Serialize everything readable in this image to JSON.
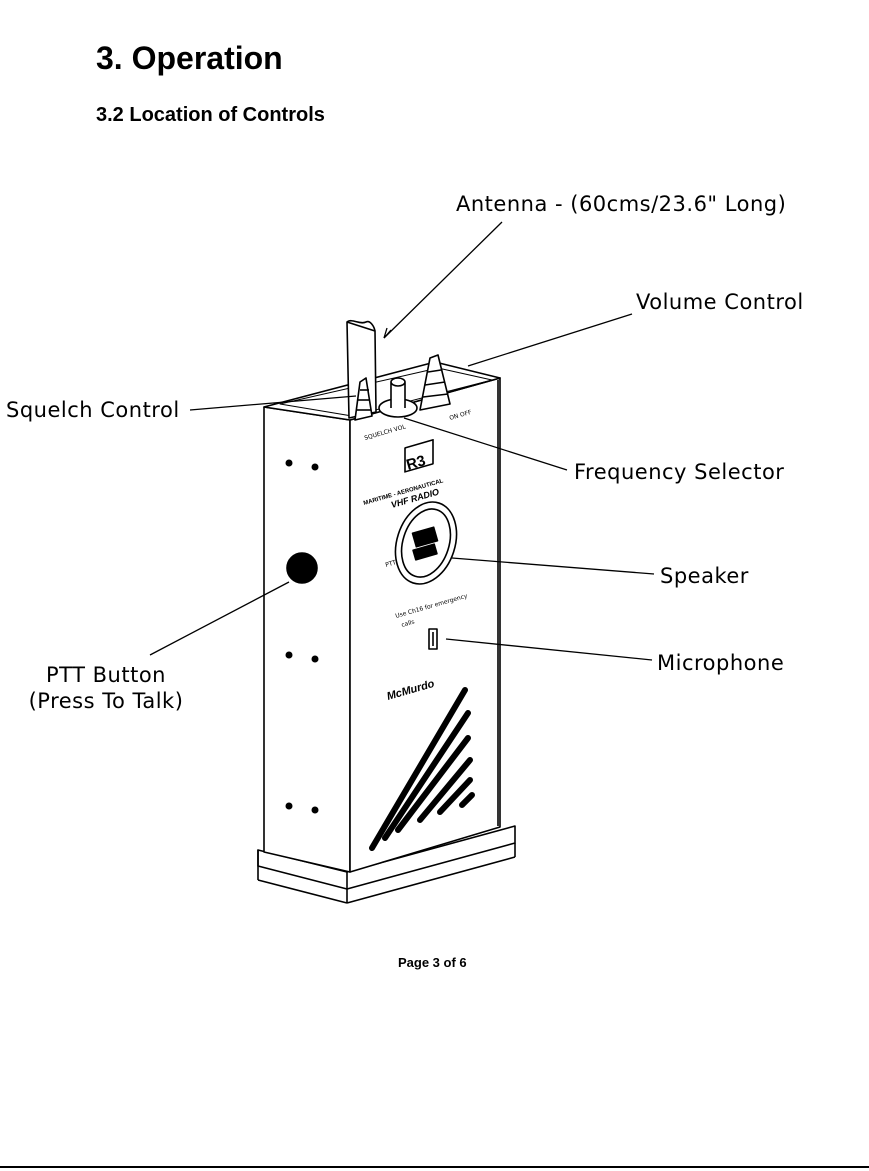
{
  "heading": {
    "section": "3.  Operation",
    "subsection": "3.2  Location of Controls"
  },
  "callouts": {
    "antenna": "Antenna - (60cms/23.6\" Long)",
    "volume": "Volume Control",
    "squelch": "Squelch Control",
    "frequency": "Frequency Selector",
    "speaker": "Speaker",
    "ptt_line1": "PTT Button",
    "ptt_line2": "(Press To Talk)",
    "microphone": "Microphone"
  },
  "radio": {
    "model": "R3",
    "line1": "MARITIME - AERONAUTICAL",
    "line2": "VHF RADIO",
    "brand": "McMurdo"
  },
  "footer": {
    "page": "Page 3 of 6"
  }
}
